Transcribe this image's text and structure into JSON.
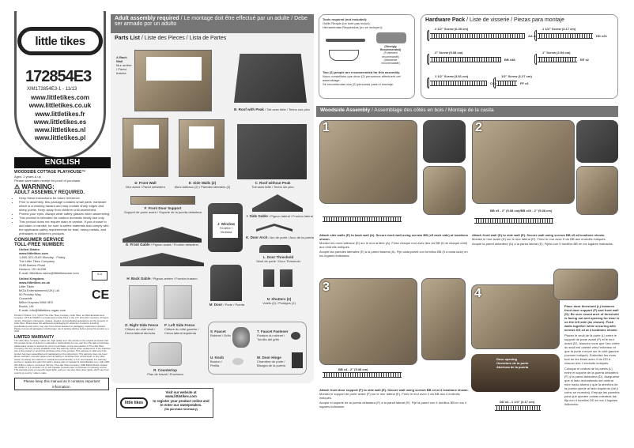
{
  "left": {
    "logo_text": "little tikes",
    "model": "172854E3",
    "code": "XIM172854E3-1 - 11/13",
    "urls": [
      "www.littletikes.com",
      "www.littletikes.co.uk",
      "www.littletikes.fr",
      "www.littletikes.es",
      "www.littletikes.nl",
      "www.littletikes.pl"
    ],
    "language": "ENGLISH",
    "product": "WOODSIDE COTTAGE PLAYHOUSE™",
    "ages": "Ages: 2 years & up",
    "receipt": "Please save sales receipt for proof of purchase.",
    "warning_title": "WARNING:",
    "warning_sub": "ADULT ASSEMBLY REQUIRED.",
    "warnings": [
      "Keep these instructions for future reference.",
      "Prior to assembly, this package contains small parts: hardware which is a choking hazard and may contain sharp edges and sharp points. Keep away from children until assembled.",
      "Protect your eyes. Always wear safety glasses when assembling.",
      "This product is intended for outdoor domestic family use only.",
      "This product does not require stain or varnish. If you choose to add stain or varnish, be sure to select materials that comply with the applicable safety requirements for lead, heavy metals, and phthalates in children's products."
    ],
    "consumer_title": "CONSUMER SERVICE",
    "tollfree_title": "TOLL-FREE NUMBER:",
    "us_title": "United States:",
    "us_lines": [
      "www.littletikes.com",
      "1-800-321-0183 Monday - Friday",
      "The Little Tikes Company",
      "2180 Barlow Road",
      "Hudson, OH 44236",
      "E-mail: littletikes.careo@littletikescare.com"
    ],
    "uk_title": "United Kingdom:",
    "uk_lines": [
      "www.littletikes.co.uk",
      "Little Tikes",
      "MGA Entertainment (UK) Ltd",
      "50 Presley Way",
      "Crownhill",
      "Milton Keynes MK8 0ES",
      "Bucks, UK",
      "E-mail: info@littletikes.mgae.com"
    ],
    "ce_mark": "CE",
    "legal": "Printed in Poland. U.S. ©2013 The Little Tikes Company. Little Tikes, an MGA Entertainment company. LITTLE TIKES® is a trademark of Little Tikes in the U.S. and other countries. All logos, names, characters, likenesses, images, slogans, and packaging appearance are the property of Little Tikes. Please keep this address and packaging for reference. Contents, including specifications and colors, may vary from photos depicted on packaging. Instructions included. Please remove all packaging including tags, ties & tacking stitches before giving this product to a child.",
    "warranty_title": "LIMITED WARRANTY",
    "warranty": "The Little Tikes Company makes fun, high quality toys. We warrant to the original purchaser that this product is free of defects in materials or workmanship for one year from the date of purchase (dated sales receipt is required for proof of purchase). At the sole election of The Little Tikes Company, the only remedy available under this warranty will be either replacement of the defective part of the product or refund the purchase price of the product. This warranty is valid only if the product has been assembled and maintained per the instructions. This warranty does not cover abuse, accident, cosmetic issues such as fading or scratches from normal wear, or any other cause not arising from defects in material and workmanship. U.S.A. and Canada: For warranty service or replacement part information, please visit our website at www.littletikes.com, call 1-800-321-0183 or write to: Consumer Service, The Little Tikes Company, 2180 Barlow Road, Hudson OH 44236, U.S.A. Outside U.S.A. and Canada: Contact place of purchase for warranty service. This warranty gives you specific legal rights, and you may also have other rights, which vary from country to country / state to state.",
    "keep_manual": "Please keep this manual as it contains important information."
  },
  "parts": {
    "header": "Adult assembly required",
    "header_tr": " / Le montage doit être effectué par un adulte / Debe ser armado por un adulto",
    "title": "Parts List",
    "title_tr": " / Liste des Pieces / Lista de Partes",
    "items": [
      {
        "id": "A",
        "name": "Back Wall",
        "tr": "Mur arrière / Pared trasera"
      },
      {
        "id": "B",
        "name": "Roof with Peak",
        "tr": "Toit avec faîte / Techo con pico"
      },
      {
        "id": "C",
        "name": "Roof without Peak",
        "tr": "Toit sans faîte / Techo sin pico"
      },
      {
        "id": "D",
        "name": "Front Wall",
        "tr": "Mur avant / Pared delantera"
      },
      {
        "id": "E",
        "name": "Side Walls (2)",
        "tr": "Murs latéraux (2) / Paredes laterales (2)"
      },
      {
        "id": "F",
        "name": "Front Door Support",
        "tr": "Support de porte avant / Soporte de la puerta delantera"
      },
      {
        "id": "G",
        "name": "Front Gable",
        "tr": "Pignon avant / Frontón delantero"
      },
      {
        "id": "H",
        "name": "Back Gable",
        "tr": "Pignon arrière / Frontón trasero"
      },
      {
        "id": "I",
        "name": "Side Gable",
        "tr": "Pignon latéral / Frontón lateral"
      },
      {
        "id": "J",
        "name": "Window",
        "tr": "Fenêtre / Ventana"
      },
      {
        "id": "K",
        "name": "Door Arch",
        "tr": "Arc de porte / Arco de la puerta"
      },
      {
        "id": "L",
        "name": "Door Threshold",
        "tr": "Seuil de porte / Door Threshold"
      },
      {
        "id": "M",
        "name": "Door",
        "tr": "Porte / Puerta"
      },
      {
        "id": "N",
        "name": "Shutters (2)",
        "tr": "Volets (2) / Postigos (2)"
      },
      {
        "id": "O",
        "name": "Right Side Fence",
        "tr": "Clôture du côté droit / Cerca lateral derecha"
      },
      {
        "id": "P",
        "name": "Left Side Fence",
        "tr": "Clôture du côté gauche / Cerca lateral izquierda"
      },
      {
        "id": "R",
        "name": "Countertop",
        "tr": "Plan de travail / Encimera"
      },
      {
        "id": "S",
        "name": "Faucet",
        "tr": "Robinet / Grifo"
      },
      {
        "id": "T",
        "name": "Faucet Fastener",
        "tr": "Fixation du robinet / Tornillo del grifo"
      },
      {
        "id": "U",
        "name": "Knob",
        "tr": "Bouton / Perilla"
      },
      {
        "id": "W",
        "name": "Door Hinge",
        "tr": "Charnière de porte / Bisagra de la puerta"
      }
    ],
    "website_logo": "little tikes",
    "website_lines": [
      "Visit our website at",
      "www.littletikes.com",
      "to register your product online and",
      "to enter our sweepstakes.",
      "(No purchase necessary)"
    ]
  },
  "tools": {
    "title": "Tools required (not included):",
    "fr": "Outils Requis (ne sont pas inclus):",
    "es": "Herramientas Requeridas (no se incluyen):",
    "drill_note": [
      "(Strongly",
      "Recommended)",
      "(Fortement",
      "recommandé)",
      "(Altamente",
      "recomendable)"
    ],
    "people": "Two (2) people are recommended for this assembly.",
    "people_fr": "Nous conseillons que deux (2) personnes effectuent cet assemblage.",
    "people_es": "Se recomiendan dos (2) personas para el montaje."
  },
  "hardware": {
    "title": "Hardware Pack",
    "title_tr": " / Liste de visserie / Piezas para montaje",
    "screws": [
      {
        "label": "2 1/2\" Screw (6.35 cm)",
        "code": "AA x2"
      },
      {
        "label": "1 1/4\" Screw (3.17 cm)",
        "code": "DD x24"
      },
      {
        "label": "2\" Screw (5.08 cm)",
        "code": "BB x38"
      },
      {
        "label": "1\" Screw (2.54 cm)",
        "code": "EE x2"
      },
      {
        "label": "1 1/2\" Screw (3.81 cm)",
        "code": "CC x8"
      },
      {
        "label": "1/2\" Screw (1.27 cm)",
        "code": "FF x3"
      }
    ]
  },
  "assembly": {
    "header": "Woodside Assembly",
    "header_tr": " / Assemblage des côtés en bois / Montaje de la casita",
    "steps": [
      {
        "num": "1",
        "screw": "",
        "text": "Attach side walls (E) to back wall (A). Secure each wall using screws BB (x5 each side) at locations shown.",
        "fr": "Montez les murs latéraux (E) sur le mur arrière (A). Fixez chaque mur avec des vis BB (5 de chaque côté) aux endroits indiqués.",
        "es": "Acople las paredes laterales (E) a la pared trasera (A). Fije cada pared con tornillos BB (5 a cada lado) en los lugares indicados."
      },
      {
        "num": "2",
        "screw": "BB x5 - 2\" (5.08 cm)/BB x10 - 2\" (5.08 cm)",
        "text": "Attach front wall (D) to side wall (E). Secure wall using screws BB x5 at locations shown.",
        "fr": "Montez le mur avant (D) sur le mur latéral (E). Fixez le mur avec 5 vis BB aux endroits indiqués.",
        "es": "Acople la pared delantera (D) a la pared lateral (E). Fíjela con 5 tornillos BB en los lugares indicados."
      },
      {
        "num": "3",
        "screw": "BB x4 - 2\" (5.08 cm)",
        "text": "Attach front door support (F) to side wall (E). Secure wall using screws BB x4 at 4 locations shown.",
        "fr": "Montez le support de porte avant (F) sur le mur latéral (E). Fixez le mur avec 4 vis BB aux 4 endroits indiqués.",
        "es": "Acople el soporte de la puerta delantera (F) a la pared lateral (E). Fije la pared con 4 tornillos BB en los 4 lugares indicados."
      },
      {
        "num": "4",
        "screw": "DD x4 - 1 1/4\" (3.17 cm)",
        "door_label": [
          "Door opening",
          "Ouverture de la porte",
          "Abertura de la puerta"
        ],
        "text": "Place door threshold (L) between front door support (F) and front wall (D). Be sure round arch of threshold is facing out and opening for door is on the left side (as shown). Push walls together while securing with screws DD x4 at 4 locations shown.",
        "fr": "Placez le seuil de la porte (L) entre le support de porte avant (F) et le mur avant (D). Assurez-vous que l'arc cintré du seuil est orienté vers l'extérieur et que la porte s'ouvre sur le côté gauche (comme indiqué). Emboîtez les murs tout en les fixant avec 4 vis DD à chacun des 4 endroits indiqués.",
        "es": "Coloque el umbral de la puerta (L) entre el soporte de la puerta delantera (F) y la pared delantera (D). Asegúrese que el lado redondeado del umbral mire hacia afuera y que la abertura de la puerta quede al lado izquierdo (tal y como se muestra). Empuje las paredes para que queden unidas mientras las fija con 4 tornillos DD en los 4 lugares indicados."
      }
    ]
  }
}
